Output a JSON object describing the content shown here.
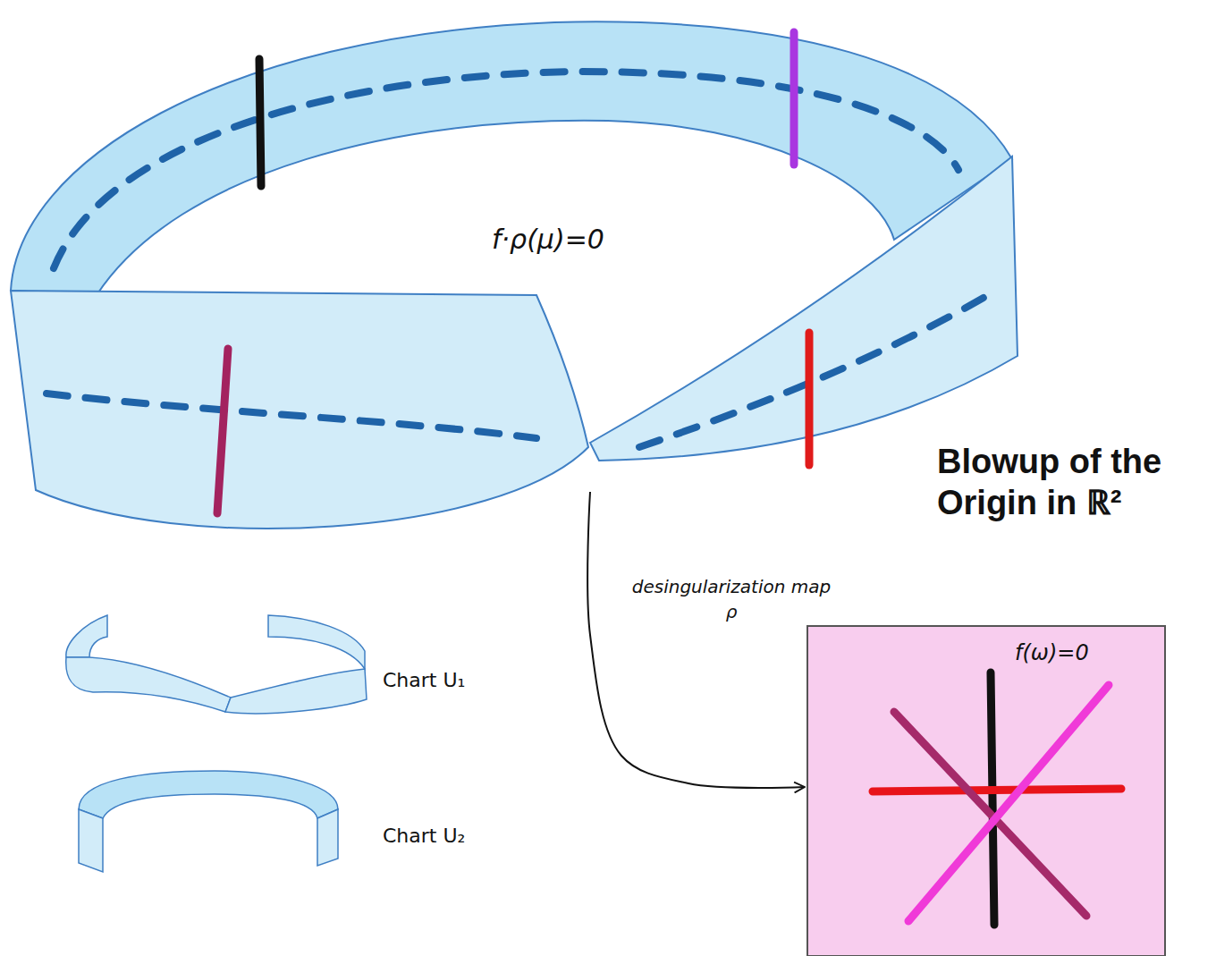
{
  "diagram": {
    "title": "Blowup of the Origin in ℝ²",
    "nodes": [
      {
        "text": [
          "f·ρ(μ)=0"
        ]
      },
      {
        "text": [
          "f(ω)=0"
        ]
      }
    ],
    "edges": [
      {
        "from": 0,
        "to": 1,
        "arrow": "to",
        "label": "desingularization map ρ"
      }
    ],
    "labels": [
      "Chart U₁",
      "Chart U₂"
    ]
  }
}
